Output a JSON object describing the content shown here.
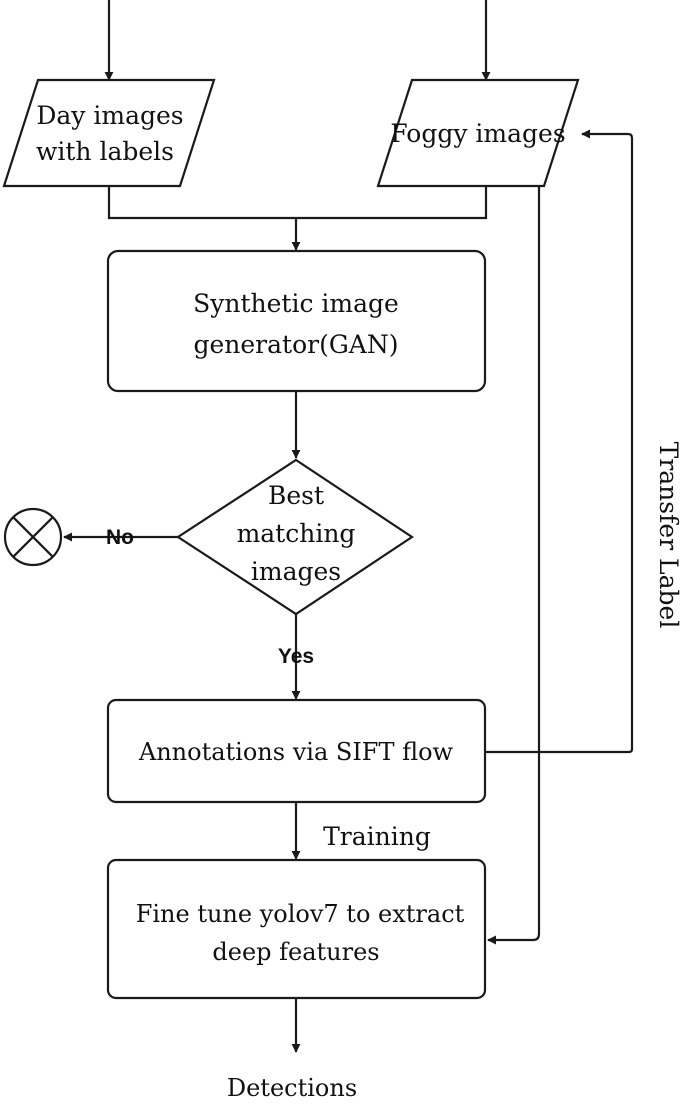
{
  "nodes": {
    "day_images": {
      "line1": "Day images",
      "line2": "with labels"
    },
    "foggy_images": {
      "label": "Foggy images"
    },
    "gan": {
      "line1": "Synthetic image",
      "line2": "generator(GAN)"
    },
    "decision": {
      "line1": "Best",
      "line2": "matching",
      "line3": "images"
    },
    "sift": {
      "label": "Annotations via SIFT flow"
    },
    "yolo": {
      "line1": "Fine tune yolov7 to extract",
      "line2": "deep features"
    },
    "output": {
      "label": "Detections"
    }
  },
  "edges": {
    "no": "No",
    "yes": "Yes",
    "training": "Training",
    "transfer": "Transfer Label"
  },
  "colors": {
    "stroke": "#1a1a1a",
    "text": "#111111",
    "fill": "#ffffff"
  }
}
